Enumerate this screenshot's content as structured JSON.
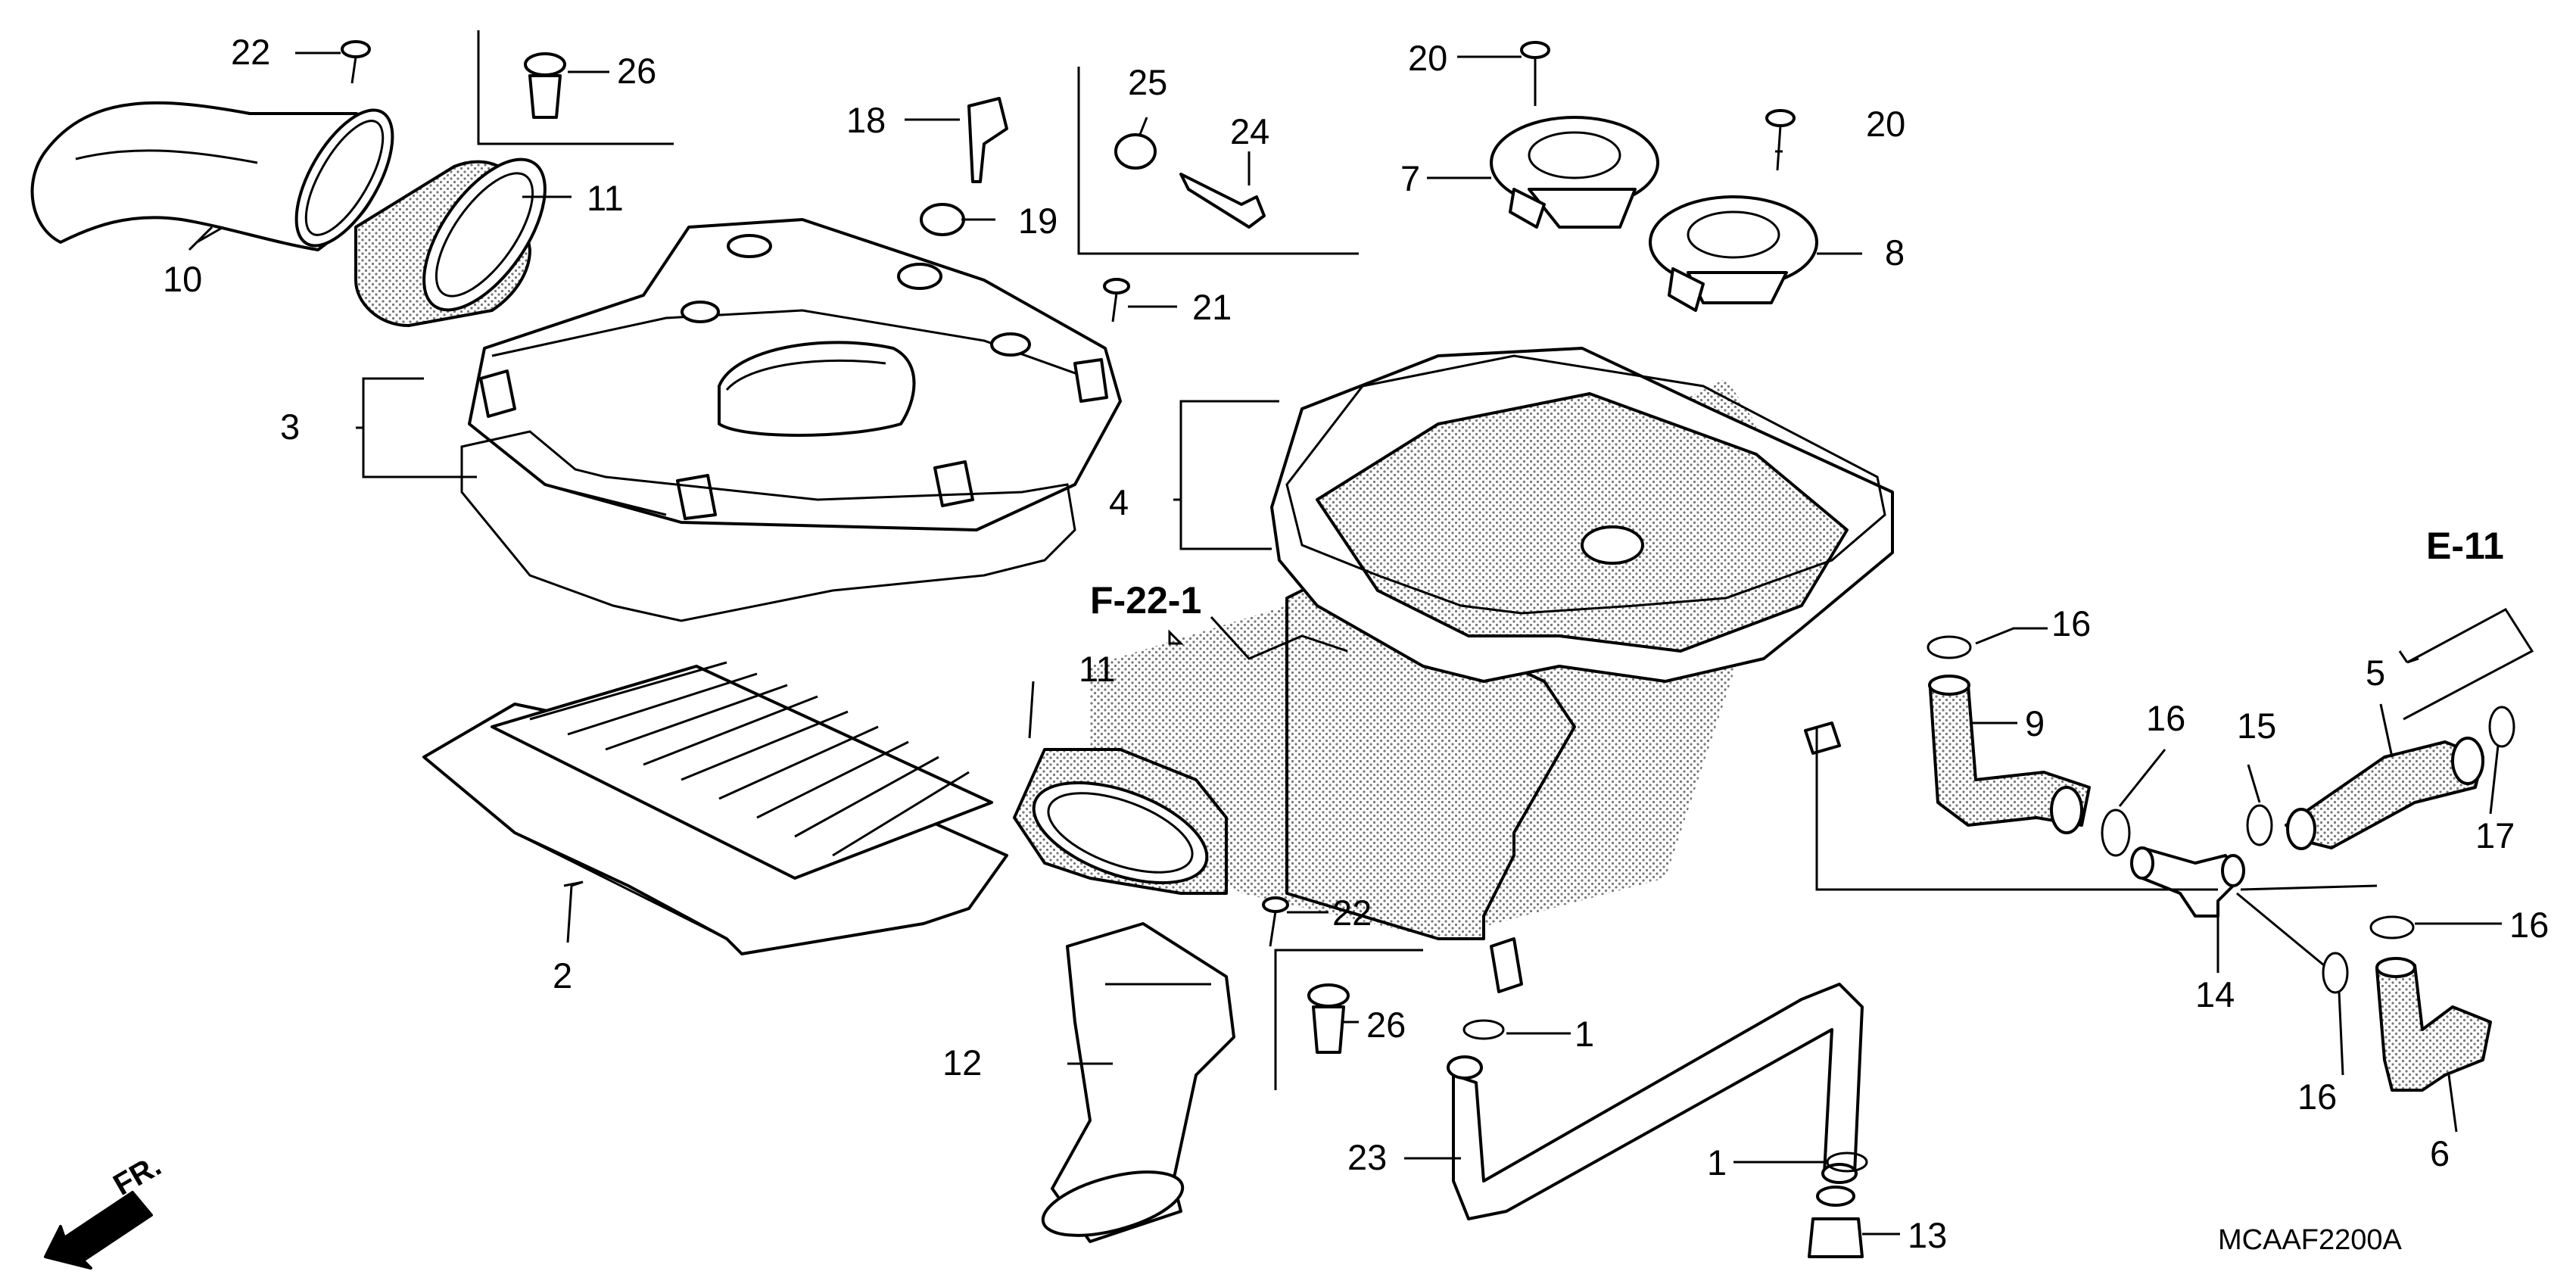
{
  "diagram_code": "MCAAF2200A",
  "front_arrow_label": "FR.",
  "references": {
    "f22": "F-22-1",
    "e11": "E-11"
  },
  "callouts": {
    "c1a": "1",
    "c1b": "1",
    "c2": "2",
    "c3": "3",
    "c4": "4",
    "c5": "5",
    "c6": "6",
    "c7": "7",
    "c8": "8",
    "c9": "9",
    "c10": "10",
    "c11a": "11",
    "c11b": "11",
    "c12": "12",
    "c13": "13",
    "c14": "14",
    "c15": "15",
    "c16a": "16",
    "c16b": "16",
    "c16c": "16",
    "c16d": "16",
    "c17": "17",
    "c18": "18",
    "c19": "19",
    "c20a": "20",
    "c20b": "20",
    "c21": "21",
    "c22a": "22",
    "c22b": "22",
    "c23": "23",
    "c24": "24",
    "c25": "25",
    "c26a": "26",
    "c26b": "26"
  }
}
